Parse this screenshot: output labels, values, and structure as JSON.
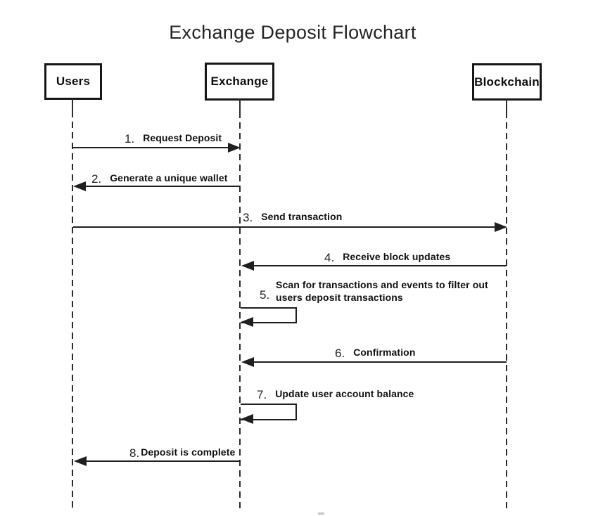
{
  "title": "Exchange Deposit Flowchart",
  "colors": {
    "background": "#ffffff",
    "line": "#1f1f1f",
    "box_border": "#161616",
    "text": "#101010"
  },
  "actors": [
    {
      "id": "users",
      "label": "Users"
    },
    {
      "id": "exchange",
      "label": "Exchange"
    },
    {
      "id": "blockchain",
      "label": "Blockchain"
    }
  ],
  "messages": [
    {
      "num": "1.",
      "label": "Request Deposit",
      "from": "users",
      "to": "exchange",
      "self": false
    },
    {
      "num": "2.",
      "label": "Generate a unique wallet",
      "from": "exchange",
      "to": "users",
      "self": false
    },
    {
      "num": "3.",
      "label": "Send transaction",
      "from": "users",
      "to": "blockchain",
      "self": false
    },
    {
      "num": "4.",
      "label": "Receive block updates",
      "from": "blockchain",
      "to": "exchange",
      "self": false
    },
    {
      "num": "5.",
      "label": "Scan for transactions and events to filter out users deposit transactions",
      "from": "exchange",
      "to": "exchange",
      "self": true
    },
    {
      "num": "6.",
      "label": "Confirmation",
      "from": "blockchain",
      "to": "exchange",
      "self": false
    },
    {
      "num": "7.",
      "label": "Update user account balance",
      "from": "exchange",
      "to": "exchange",
      "self": true
    },
    {
      "num": "8.",
      "label": "Deposit is complete",
      "from": "exchange",
      "to": "users",
      "self": false
    }
  ]
}
